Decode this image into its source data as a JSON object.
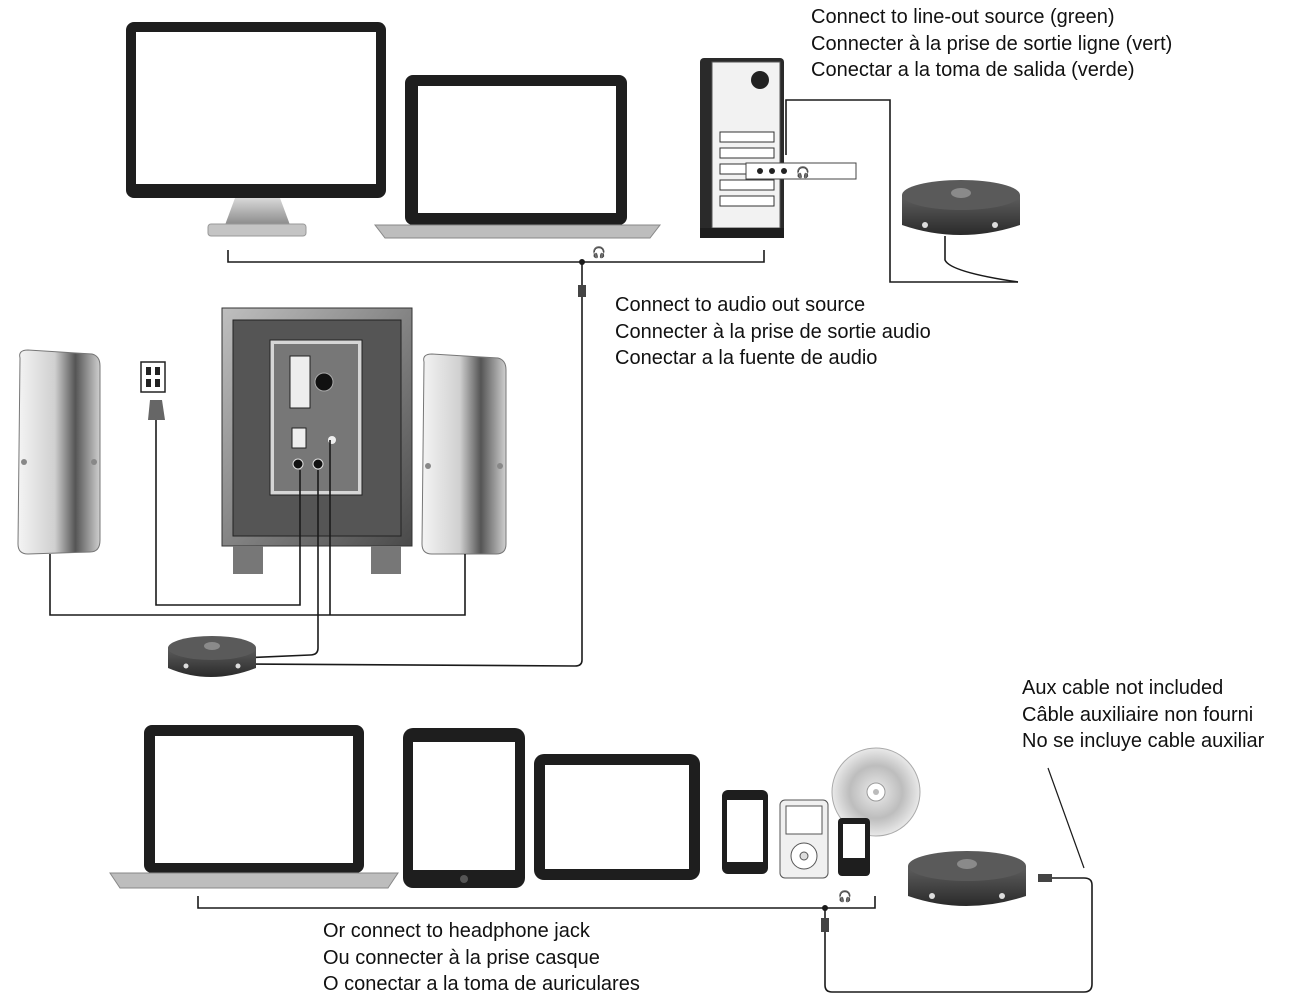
{
  "captions": {
    "line_out": [
      "Connect to line-out source (green)",
      "Connecter à la prise de sortie ligne (vert)",
      "Conectar a la toma de salida (verde)"
    ],
    "audio_out": [
      "Connect to audio out source",
      "Connecter à la prise de sortie audio",
      "Conectar a la fuente de audio"
    ],
    "aux_cable": [
      "Aux cable not included",
      "Câble auxiliaire non fourni",
      "No se incluye cable auxiliar"
    ],
    "headphone": [
      "Or connect to headphone jack",
      "Ou connecter à la prise casque",
      "O conectar a la toma de auriculares"
    ]
  },
  "icons": {
    "headphone_symbol": "headphone-icon",
    "power_outlet": "power-outlet-icon",
    "disc": "cd-icon"
  },
  "colors": {
    "line": "#1a1a1a",
    "device_frame": "#222222",
    "screen": "#ffffff",
    "speaker_metal": "#b8b8b8",
    "subwoofer": "#4a4a4a",
    "control_pod": "#3c3c3c"
  }
}
